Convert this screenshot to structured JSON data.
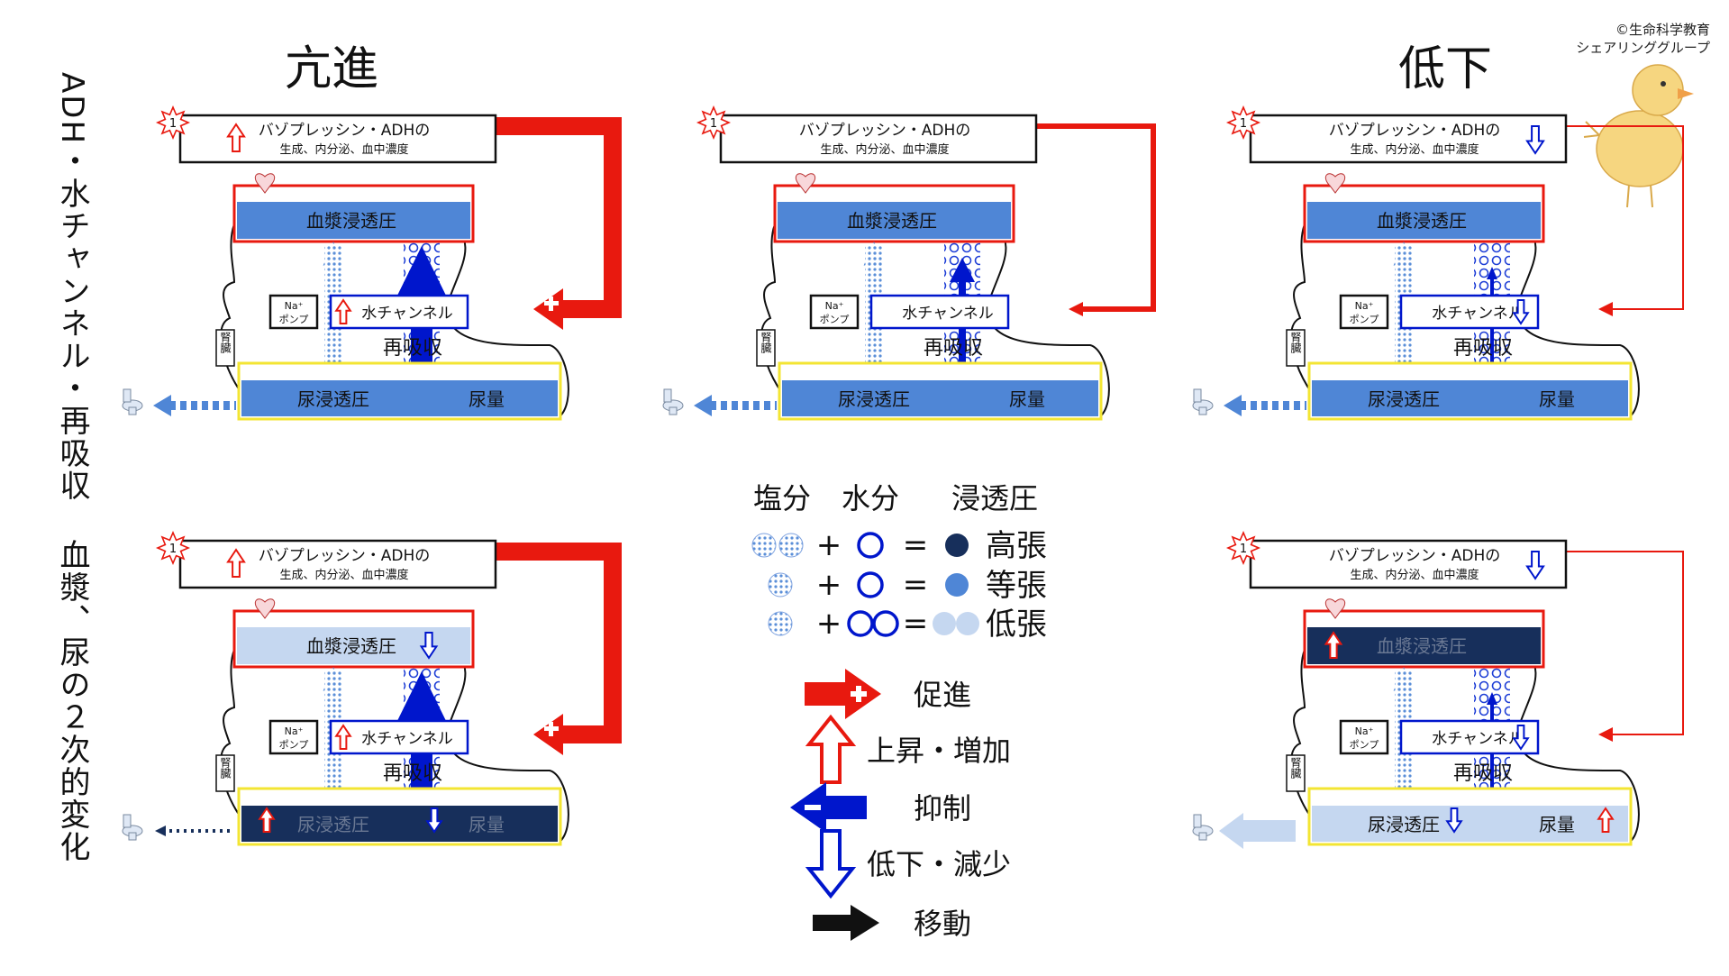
{
  "copyright": {
    "line1": "©生命科学教育",
    "line2": "シェアリンググループ"
  },
  "vertical_title": {
    "line1": "ADH・水チャンネル・再吸収",
    "line2": "血漿、尿の２次的変化"
  },
  "headings": {
    "left": "亢進",
    "right": "低下"
  },
  "labels": {
    "adh_line1": "バゾプレッシン・ADHの",
    "adh_line2": "生成、内分泌、血中濃度",
    "plasma": "血漿浸透圧",
    "water_channel": "水チャンネル",
    "na_pump_1": "Na⁺",
    "na_pump_2": "ポンプ",
    "reabsorption": "再吸収",
    "urine_osm": "尿浸透圧",
    "urine_vol": "尿量",
    "kidney": "腎臓",
    "star_num": "1"
  },
  "legend": {
    "headers": [
      "塩分",
      "水分",
      "浸透圧"
    ],
    "rows": [
      {
        "result": "高張"
      },
      {
        "result": "等張"
      },
      {
        "result": "低張"
      }
    ],
    "plus": "+",
    "equals": "=",
    "arrows": [
      {
        "label": "促進",
        "icon": "promote-arrow-icon"
      },
      {
        "label": "上昇・増加",
        "icon": "up-arrow-icon"
      },
      {
        "label": "抑制",
        "icon": "inhibit-arrow-icon"
      },
      {
        "label": "低下・減少",
        "icon": "down-arrow-icon"
      },
      {
        "label": "移動",
        "icon": "move-arrow-icon"
      }
    ]
  },
  "panels": [
    {
      "id": "hyper-primary",
      "adh_arrow": "up",
      "plasma_fill": "mid",
      "plasma_arrow": "none",
      "channel_arrow": "up",
      "feedback": "thick",
      "urine_fill": "mid",
      "urine_osm_arrow": "none",
      "urine_vol_arrow": "none"
    },
    {
      "id": "normal",
      "adh_arrow": "none",
      "plasma_fill": "mid",
      "plasma_arrow": "none",
      "channel_arrow": "none",
      "feedback": "medium",
      "urine_fill": "mid",
      "urine_osm_arrow": "none",
      "urine_vol_arrow": "none"
    },
    {
      "id": "hypo-primary",
      "adh_arrow": "down",
      "plasma_fill": "mid",
      "plasma_arrow": "none",
      "channel_arrow": "down",
      "feedback": "thin",
      "urine_fill": "mid",
      "urine_osm_arrow": "none",
      "urine_vol_arrow": "none"
    },
    {
      "id": "hyper-secondary",
      "adh_arrow": "up",
      "plasma_fill": "light",
      "plasma_arrow": "down",
      "channel_arrow": "up",
      "feedback": "thick",
      "urine_fill": "dark",
      "urine_osm_arrow": "up",
      "urine_vol_arrow": "down"
    },
    {
      "id": "hypo-secondary",
      "adh_arrow": "down",
      "plasma_fill": "dark",
      "plasma_arrow": "up",
      "channel_arrow": "down",
      "feedback": "thin",
      "urine_fill": "light",
      "urine_osm_arrow": "down",
      "urine_vol_arrow": "up"
    }
  ],
  "colors": {
    "red": "#e8190f",
    "blue": "#0016cc",
    "mid_blue": "#4f86d6",
    "light_blue": "#c5d7f0",
    "dark_navy": "#172f5b",
    "yellow": "#f3e533"
  }
}
